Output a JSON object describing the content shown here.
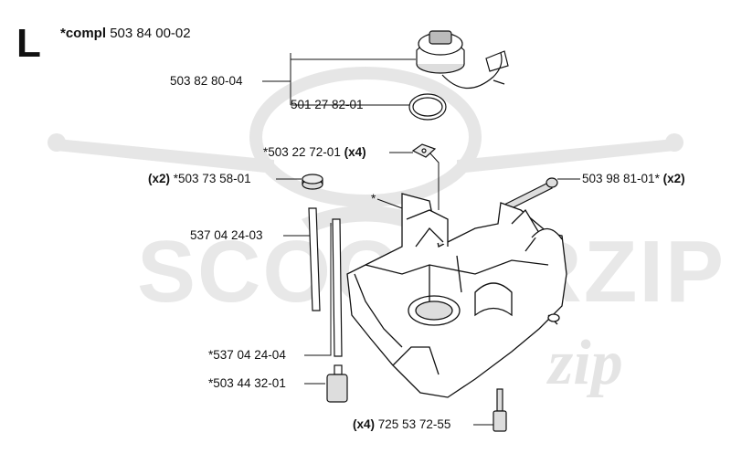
{
  "section_letter": "L",
  "kit": {
    "prefix": "*compl",
    "number": "503 84 00-02"
  },
  "watermark": {
    "brand": "SCOOTERZIP",
    "script": "zip"
  },
  "parts": {
    "fuel_cap": "503 82 80-04",
    "o_ring": "501 27 82-01",
    "vibration_damper_plate": {
      "number": "*503 22 72-01",
      "qty": "(x4)"
    },
    "rubber_grommet": {
      "qty": "(x2)",
      "number": "*503 73 58-01"
    },
    "fuel_line_short": "537 04 24-03",
    "fuel_line_long": "*537 04 24-04",
    "fuel_filter": "*503 44 32-01",
    "screw": {
      "number": "503 98 81-01*",
      "qty": "(x2)"
    },
    "bolt": {
      "qty": "(x4)",
      "number": "725 53 72-55"
    },
    "tank_asterisk": "*"
  },
  "colors": {
    "line": "#111111",
    "watermark": "#e4e4e4"
  }
}
